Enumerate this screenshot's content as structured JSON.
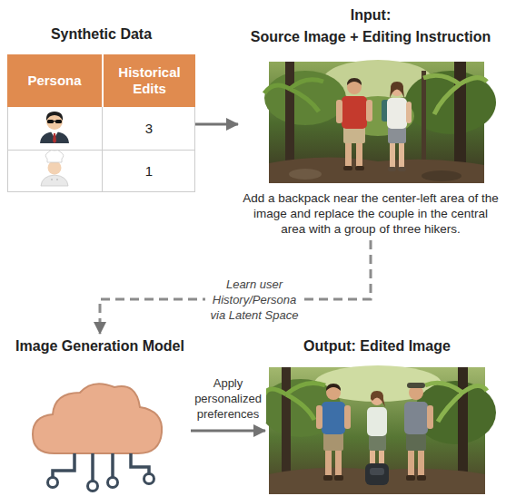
{
  "diagram": {
    "nodes": [
      {
        "text": [
          "Synthetic Data"
        ]
      },
      {
        "text": [
          "Input:",
          "Source Image + Editing Instruction",
          "Add a backpack near the center-left area of the image and replace the couple in the central area with a group of three hikers."
        ]
      },
      {
        "text": [
          "Image Generation Model"
        ]
      },
      {
        "text": [
          "Output: Edited Image"
        ]
      }
    ],
    "edges": [
      {
        "from": 0,
        "to": 1,
        "arrow": "to"
      },
      {
        "from": 1,
        "to": 2,
        "arrow": "to",
        "label": "Learn user History/Persona via Latent Space"
      },
      {
        "from": 2,
        "to": 3,
        "arrow": "to",
        "label": "Apply personalized preferences"
      }
    ],
    "labels": [
      "Persona",
      "Historical Edits",
      "3",
      "1"
    ]
  }
}
